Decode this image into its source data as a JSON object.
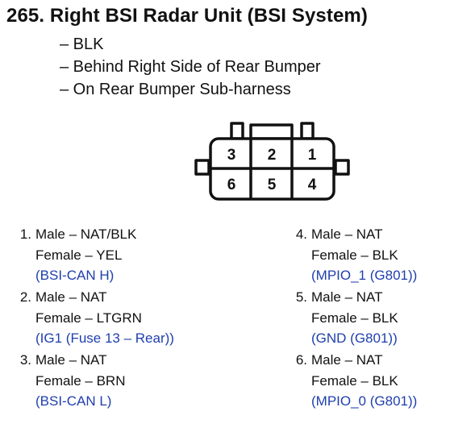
{
  "heading": {
    "number": "265.",
    "title": "Right BSI Radar Unit (BSI System)"
  },
  "details": [
    "– BLK",
    "– Behind Right Side of Rear Bumper",
    "– On Rear Bumper Sub-harness"
  ],
  "connector": {
    "top_row": [
      "3",
      "2",
      "1"
    ],
    "bottom_row": [
      "6",
      "5",
      "4"
    ]
  },
  "pins": [
    {
      "num": "1.",
      "male": "Male – NAT/BLK",
      "female": "Female – YEL",
      "circuit": "(BSI-CAN H)"
    },
    {
      "num": "2.",
      "male": "Male – NAT",
      "female": "Female – LTGRN",
      "circuit": "(IG1 (Fuse 13 – Rear))"
    },
    {
      "num": "3.",
      "male": "Male – NAT",
      "female": "Female – BRN",
      "circuit": "(BSI-CAN L)"
    },
    {
      "num": "4.",
      "male": "Male – NAT",
      "female": "Female – BLK",
      "circuit": "(MPIO_1 (G801))"
    },
    {
      "num": "5.",
      "male": "Male – NAT",
      "female": "Female – BLK",
      "circuit": "(GND (G801))"
    },
    {
      "num": "6.",
      "male": "Male – NAT",
      "female": "Female – BLK",
      "circuit": "(MPIO_0 (G801))"
    }
  ]
}
